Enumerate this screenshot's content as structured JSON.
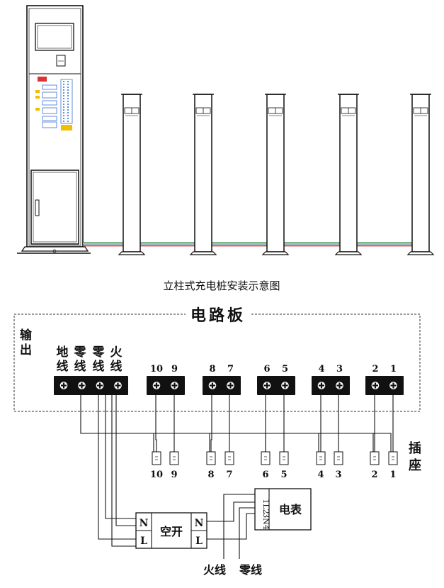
{
  "top_caption": "立柱式充电桩安装示意图",
  "board": {
    "title": "电路板",
    "output_label": [
      "输",
      "出"
    ]
  },
  "main_terminal_labels": [
    [
      "地",
      "线"
    ],
    [
      "零",
      "线"
    ],
    [
      "零",
      "线"
    ],
    [
      "火",
      "线"
    ]
  ],
  "terminal_numbers": [
    "10",
    "9",
    "8",
    "7",
    "6",
    "5",
    "4",
    "3",
    "2",
    "1"
  ],
  "socket_label": [
    "插",
    "座"
  ],
  "breaker": {
    "label": "空开",
    "pins": [
      "N",
      "L",
      "N",
      "L"
    ]
  },
  "meter": {
    "label": "电表",
    "pins": [
      "1L",
      "2",
      "3N",
      "4"
    ]
  },
  "bottom_labels": {
    "live": "火线",
    "neutral": "零线"
  },
  "cable_colors": [
    "#2a8a3a",
    "#e8c21a",
    "#3a6fd8",
    "#d23a3a"
  ]
}
